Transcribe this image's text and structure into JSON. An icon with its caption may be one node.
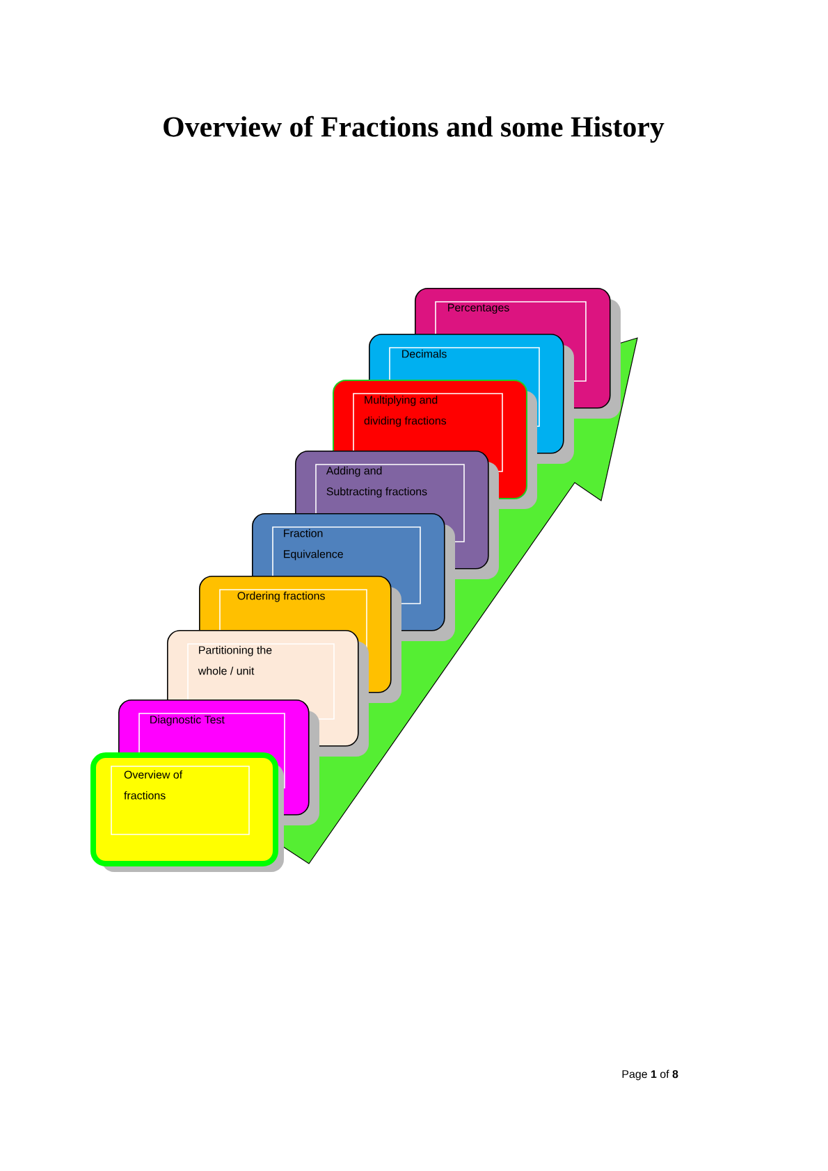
{
  "diagram": {
    "title": "Overview of Fractions and some History",
    "nodes": [
      {
        "text": [
          "Percentages"
        ]
      },
      {
        "text": [
          "Decimals"
        ]
      },
      {
        "text": [
          "Multiplying and dividing fractions"
        ]
      },
      {
        "text": [
          "Adding and Subtracting fractions"
        ]
      },
      {
        "text": [
          "Fraction Equivalence"
        ]
      },
      {
        "text": [
          "Ordering fractions"
        ]
      },
      {
        "text": [
          "Partitioning the whole / unit"
        ]
      },
      {
        "text": [
          "Diagnostic Test"
        ]
      },
      {
        "text": [
          "Overview of fractions"
        ]
      }
    ],
    "labels": [
      "Page **1** of **8**"
    ]
  }
}
